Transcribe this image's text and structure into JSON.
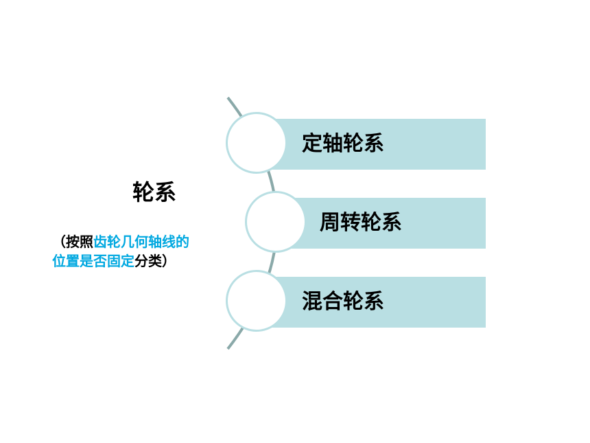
{
  "title": "轮系",
  "subtitle": {
    "open": "（按照",
    "highlight_line1": "齿轮几何轴线的",
    "highlight_line2": "位置是否固定",
    "close": "分类）"
  },
  "items": [
    {
      "label": "定轴轮系"
    },
    {
      "label": "周转轮系"
    },
    {
      "label": "混合轮系"
    }
  ],
  "colors": {
    "bar": "#b9dfe3",
    "arc": "#8aa9a9",
    "highlight": "#00a8e0",
    "text": "#000000"
  }
}
